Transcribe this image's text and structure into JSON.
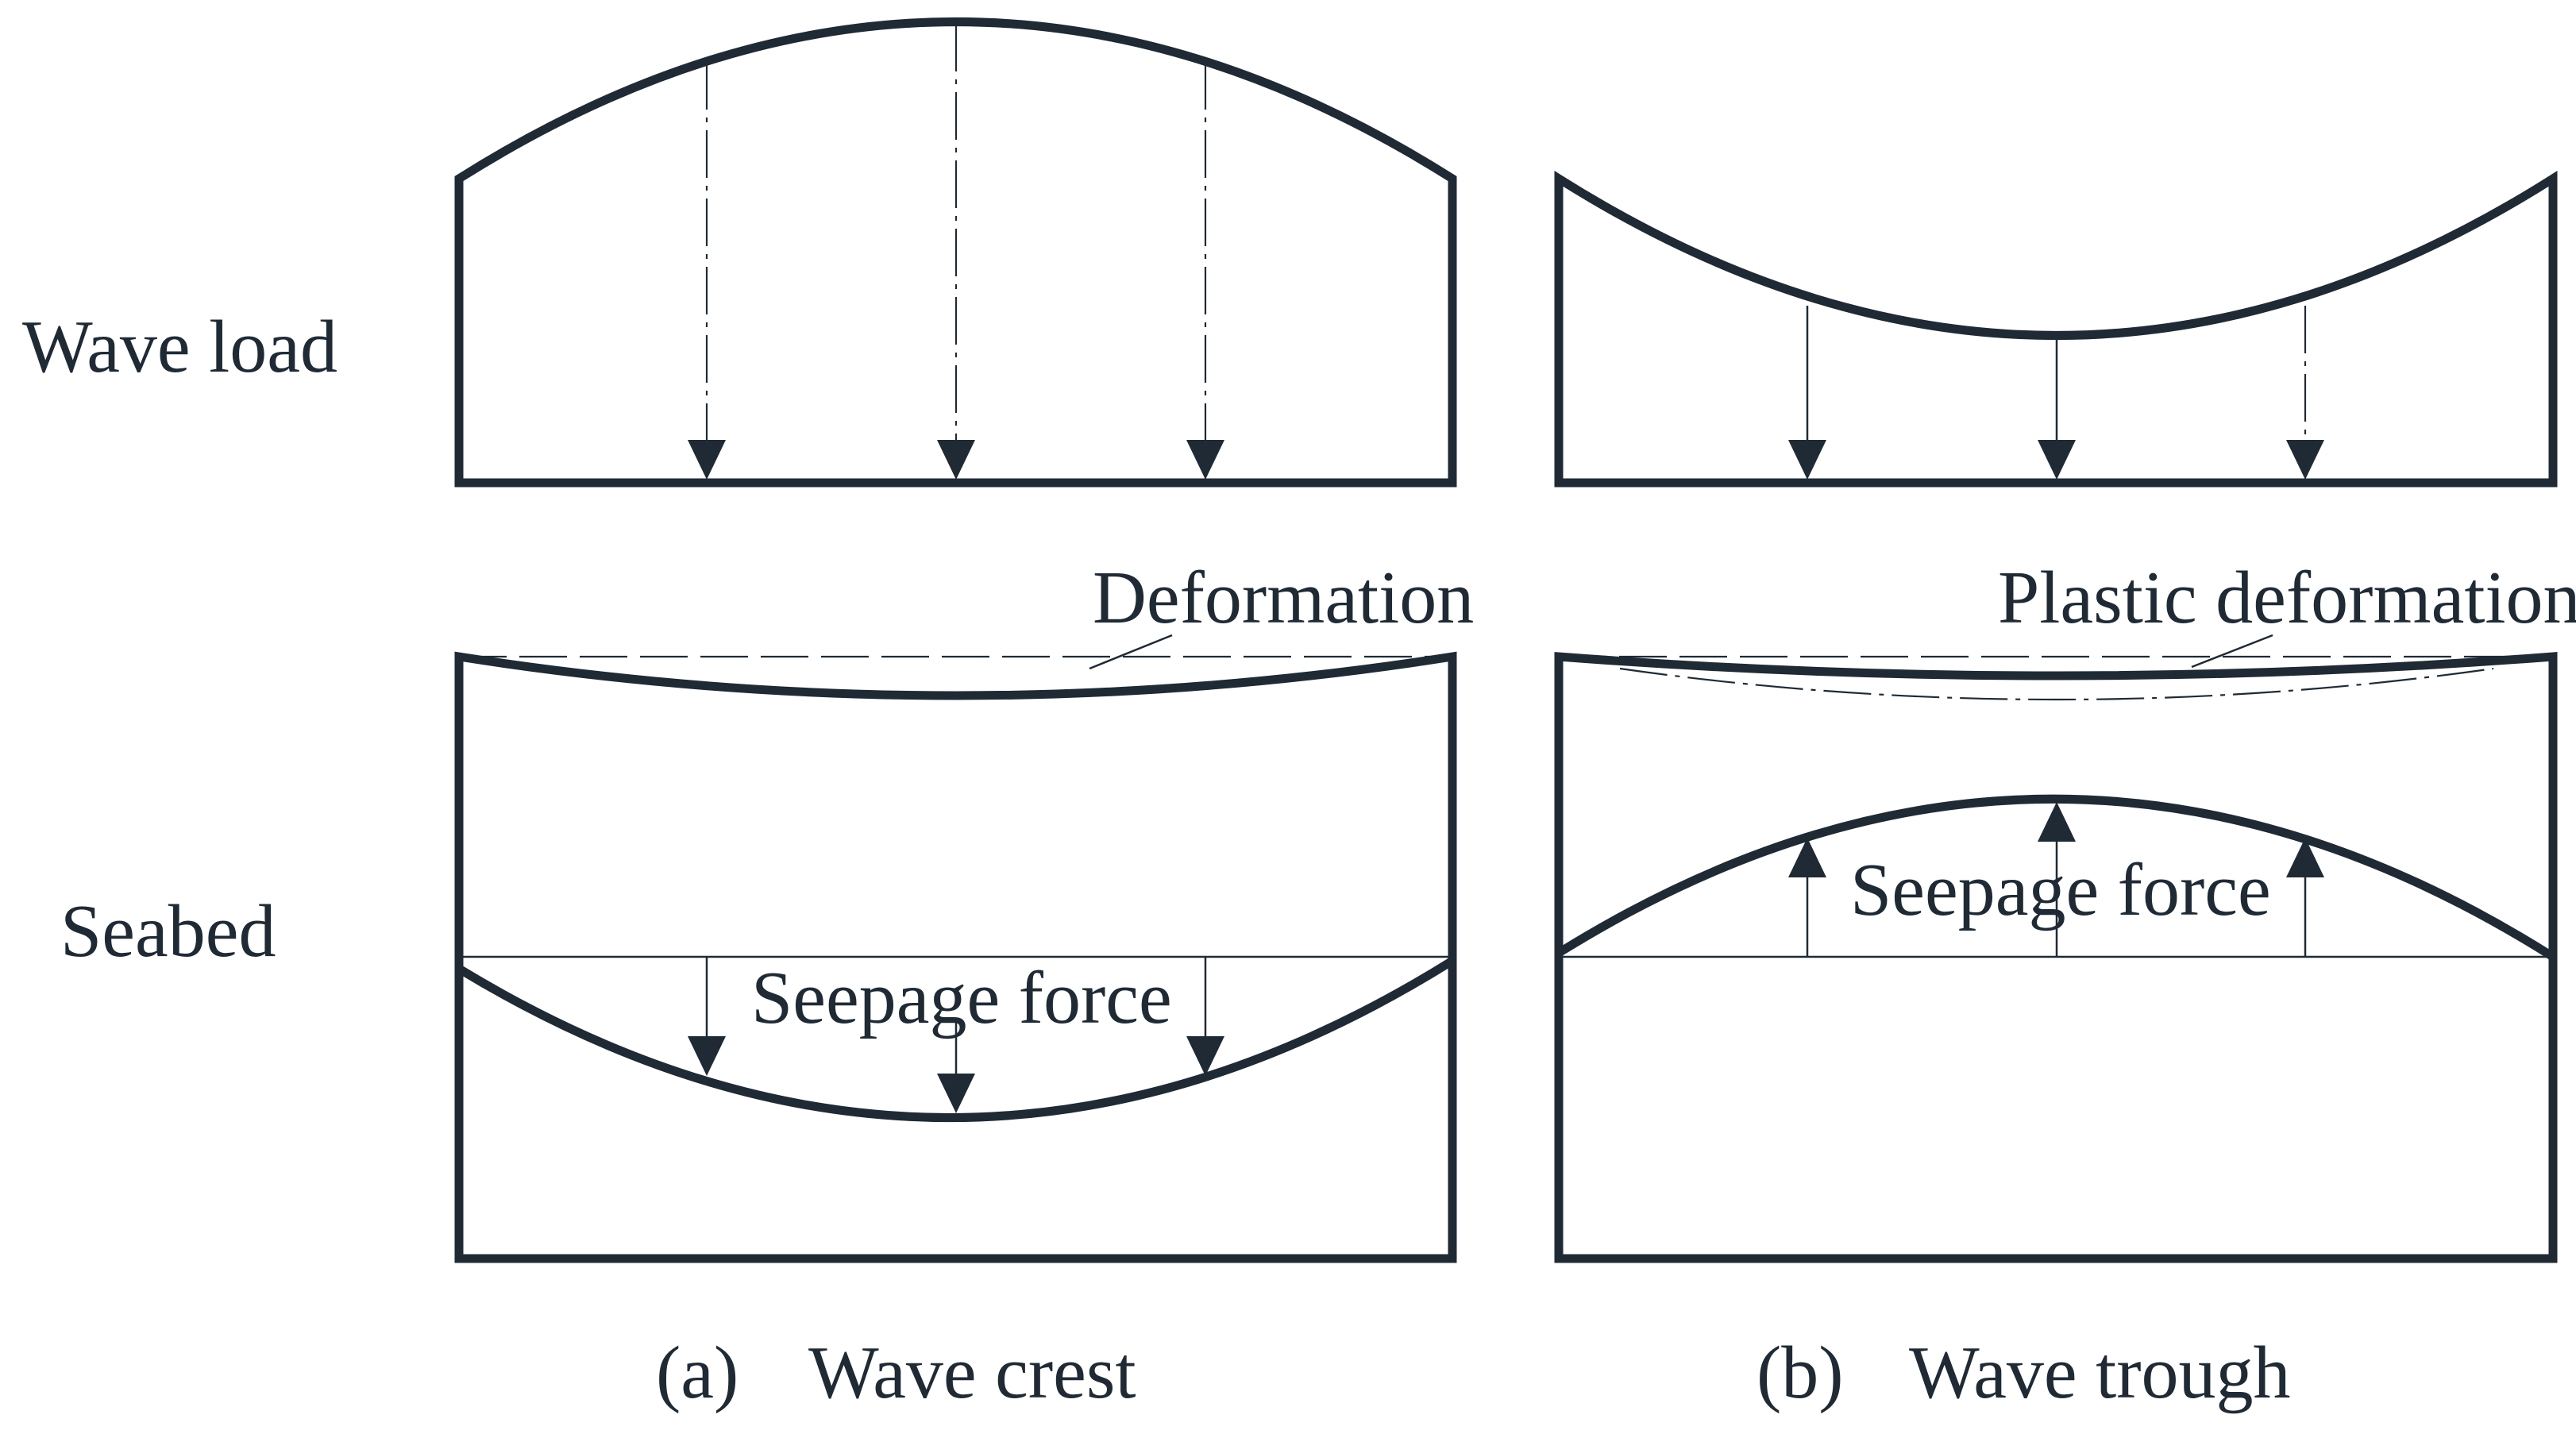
{
  "row_labels": {
    "wave_load": "Wave load",
    "seabed": "Seabed"
  },
  "panels": {
    "crest": {
      "caption_letter": "(a)",
      "caption_title": "Wave crest",
      "deformation_label": "Deformation",
      "seepage_label": "Seepage force"
    },
    "trough": {
      "caption_letter": "(b)",
      "caption_title": "Wave trough",
      "deformation_label": "Plastic deformation",
      "seepage_label": "Seepage force"
    }
  },
  "colors": {
    "ink": "#1f2a35",
    "background": "#ffffff"
  }
}
